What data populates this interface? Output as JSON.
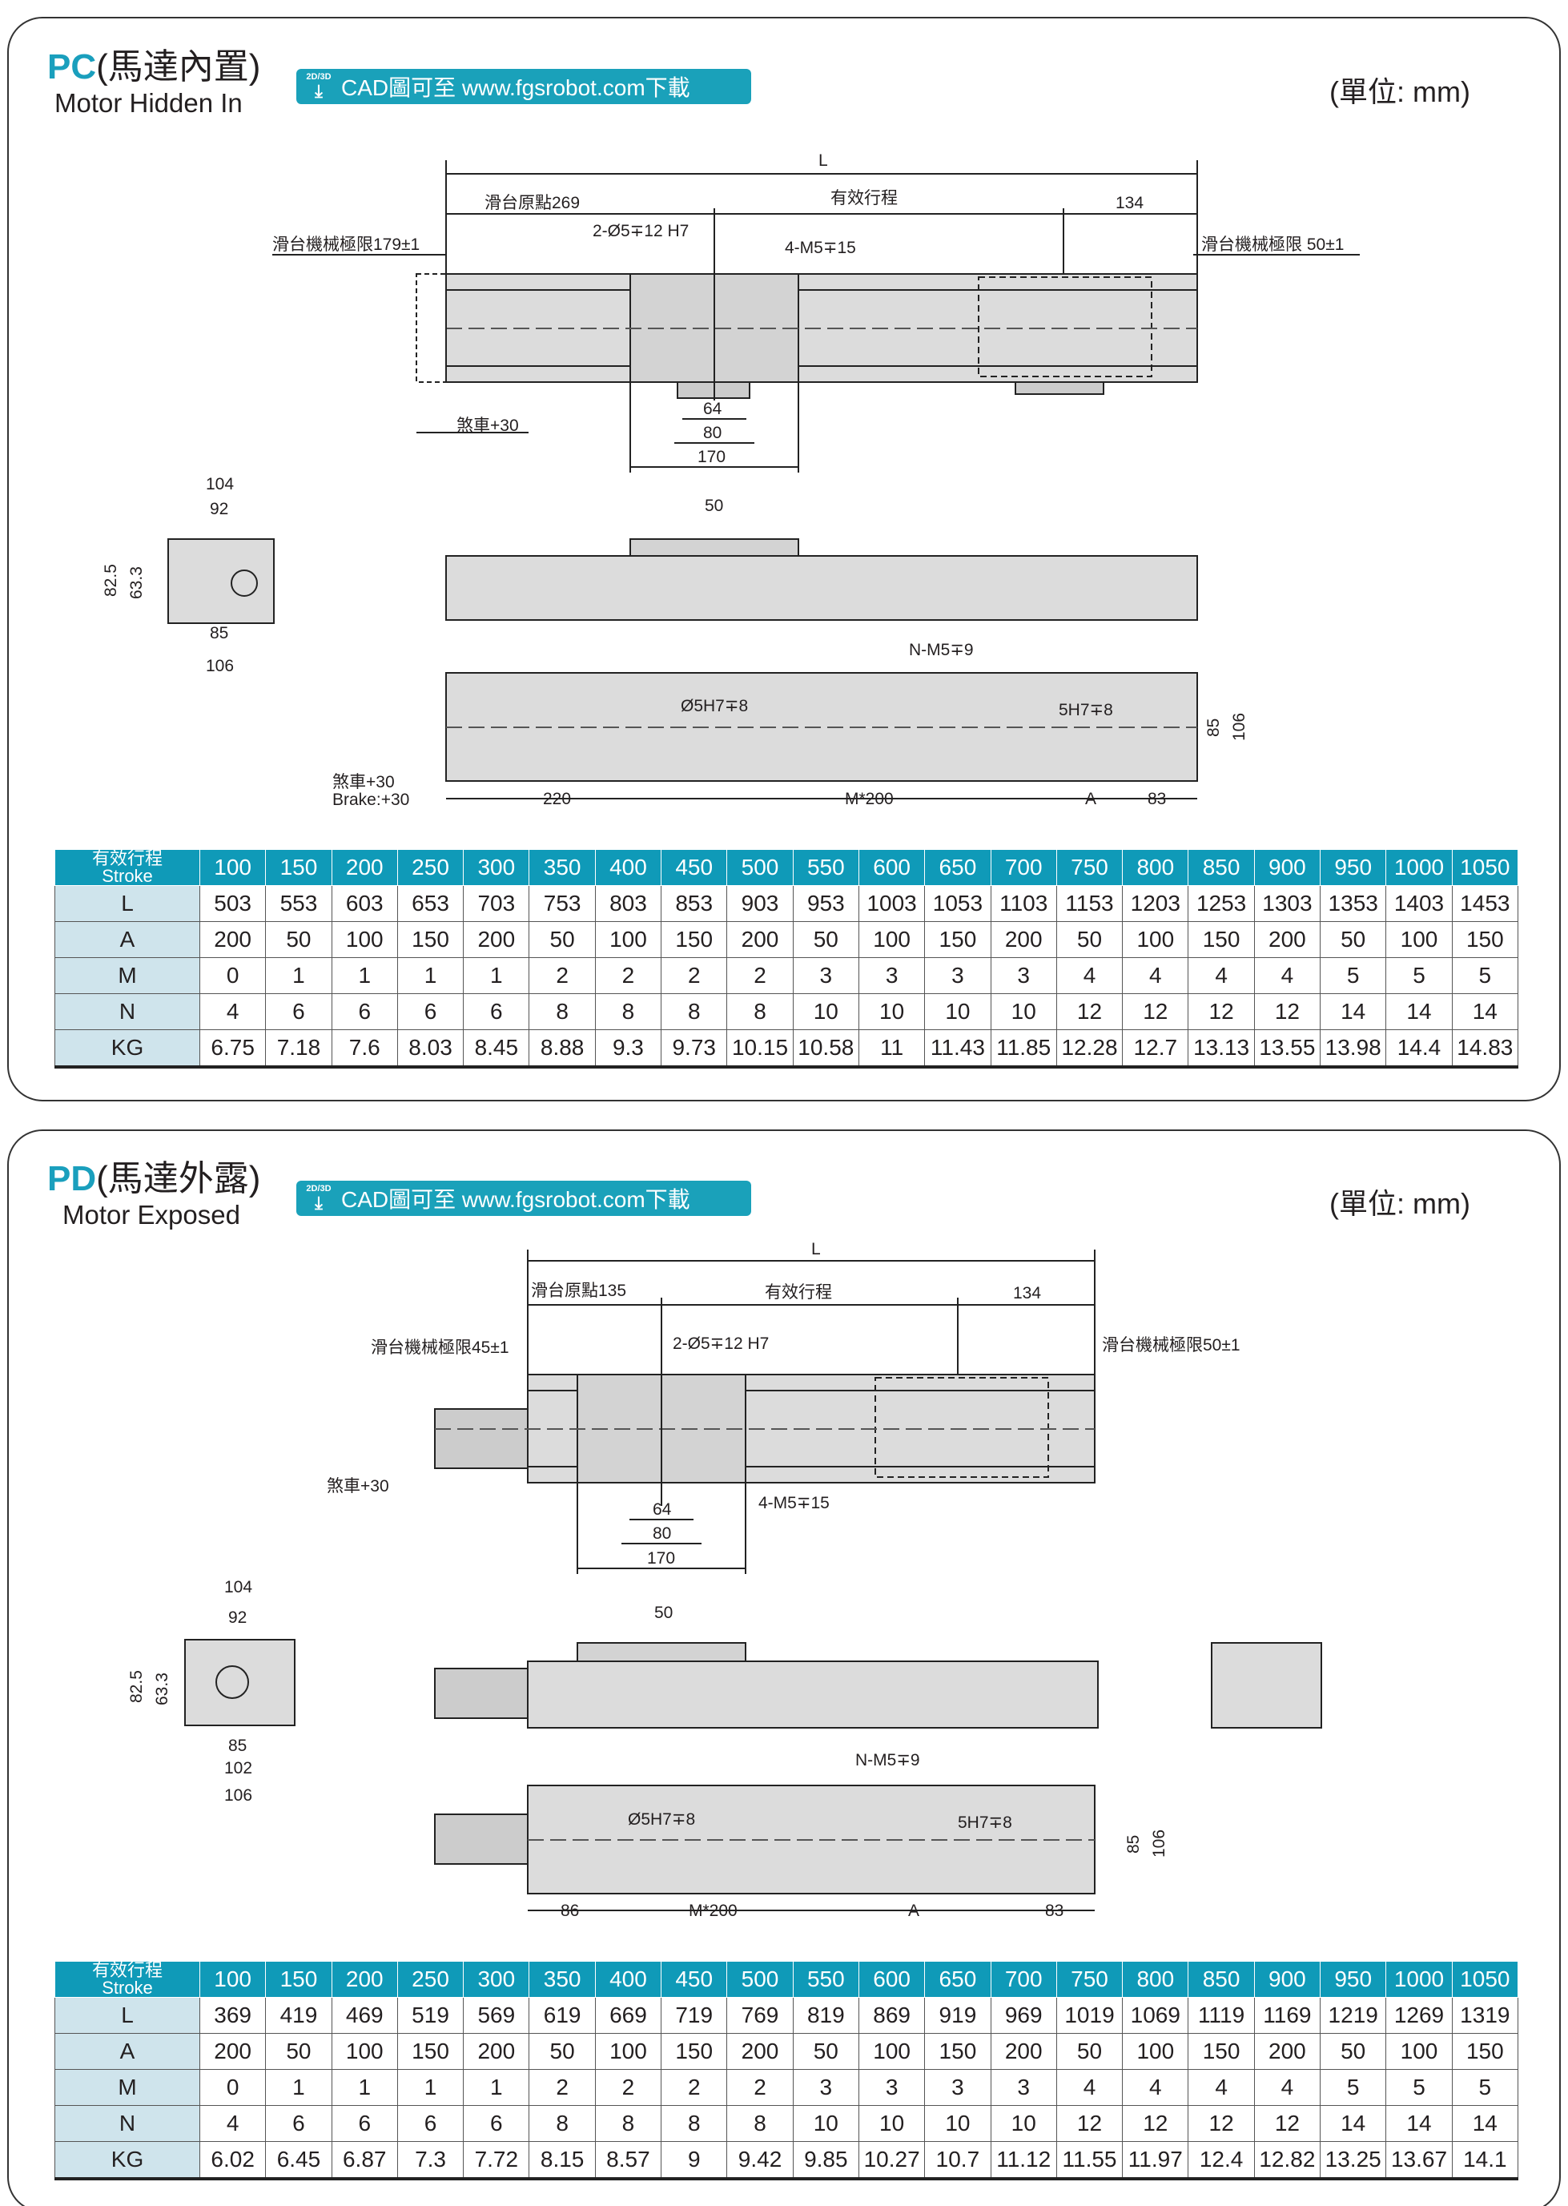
{
  "cad_badge": {
    "icon": "2D/3D",
    "text": "CAD圖可至 www.fgsrobot.com下載"
  },
  "unit_label": "(單位: mm)",
  "sections": [
    {
      "code": "PC",
      "title_cn": "(馬達內置)",
      "title_en": "Motor Hidden In",
      "labels": {
        "L": "L",
        "origin": "滑台原點269",
        "stroke": "有效行程",
        "d134": "134",
        "limit_left": "滑台機械極限179±1",
        "limit_right": "滑台機械極限 50±1",
        "pin": "2-Ø5∓12 H7",
        "tap": "4-M5∓15",
        "d64": "64",
        "d80": "80",
        "d170": "170",
        "brake": "煞車+30",
        "d104": "104",
        "d92": "92",
        "d825": "82.5",
        "d633": "63.3",
        "d85": "85",
        "d106": "106",
        "d50": "50",
        "nm5": "N-M5∓9",
        "ph1": "Ø5H7∓8",
        "ph2": "5H7∓8",
        "e85": "85",
        "e106": "106",
        "b220": "220",
        "bM": "M*200",
        "bA": "A",
        "b83": "83",
        "brake2": "煞車+30",
        "brake_en": "Brake:+30"
      },
      "table": {
        "header": [
          "有效行程",
          "Stroke"
        ],
        "strokes": [
          100,
          150,
          200,
          250,
          300,
          350,
          400,
          450,
          500,
          550,
          600,
          650,
          700,
          750,
          800,
          850,
          900,
          950,
          1000,
          1050
        ],
        "rows": [
          {
            "label": "L",
            "values": [
              503,
              553,
              603,
              653,
              703,
              753,
              803,
              853,
              903,
              953,
              1003,
              1053,
              1103,
              1153,
              1203,
              1253,
              1303,
              1353,
              1403,
              1453
            ]
          },
          {
            "label": "A",
            "values": [
              200,
              50,
              100,
              150,
              200,
              50,
              100,
              150,
              200,
              50,
              100,
              150,
              200,
              50,
              100,
              150,
              200,
              50,
              100,
              150
            ]
          },
          {
            "label": "M",
            "values": [
              0,
              1,
              1,
              1,
              1,
              2,
              2,
              2,
              2,
              3,
              3,
              3,
              3,
              4,
              4,
              4,
              4,
              5,
              5,
              5
            ]
          },
          {
            "label": "N",
            "values": [
              4,
              6,
              6,
              6,
              6,
              8,
              8,
              8,
              8,
              10,
              10,
              10,
              10,
              12,
              12,
              12,
              12,
              14,
              14,
              14
            ]
          },
          {
            "label": "KG",
            "values": [
              "6.75",
              "7.18",
              "7.6",
              "8.03",
              "8.45",
              "8.88",
              "9.3",
              "9.73",
              "10.15",
              "10.58",
              "11",
              "11.43",
              "11.85",
              "12.28",
              "12.7",
              "13.13",
              "13.55",
              "13.98",
              "14.4",
              "14.83"
            ]
          }
        ]
      }
    },
    {
      "code": "PD",
      "title_cn": "(馬達外露)",
      "title_en": "Motor Exposed",
      "labels": {
        "L": "L",
        "origin": "滑台原點135",
        "stroke": "有效行程",
        "d134": "134",
        "limit_left": "滑台機械極限45±1",
        "limit_right": "滑台機械極限50±1",
        "pin": "2-Ø5∓12 H7",
        "tap": "4-M5∓15",
        "d64": "64",
        "d80": "80",
        "d170": "170",
        "brake": "煞車+30",
        "d104": "104",
        "d92": "92",
        "d825": "82.5",
        "d633": "63.3",
        "d85": "85",
        "d102": "102",
        "d106": "106",
        "d50": "50",
        "nm5": "N-M5∓9",
        "ph1": "Ø5H7∓8",
        "ph2": "5H7∓8",
        "e85": "85",
        "e106": "106",
        "b86": "86",
        "bM": "M*200",
        "bA": "A",
        "b83": "83"
      },
      "table": {
        "header": [
          "有效行程",
          "Stroke"
        ],
        "strokes": [
          100,
          150,
          200,
          250,
          300,
          350,
          400,
          450,
          500,
          550,
          600,
          650,
          700,
          750,
          800,
          850,
          900,
          950,
          1000,
          1050
        ],
        "rows": [
          {
            "label": "L",
            "values": [
              369,
              419,
              469,
              519,
              569,
              619,
              669,
              719,
              769,
              819,
              869,
              919,
              969,
              1019,
              1069,
              1119,
              1169,
              1219,
              1269,
              1319
            ]
          },
          {
            "label": "A",
            "values": [
              200,
              50,
              100,
              150,
              200,
              50,
              100,
              150,
              200,
              50,
              100,
              150,
              200,
              50,
              100,
              150,
              200,
              50,
              100,
              150
            ]
          },
          {
            "label": "M",
            "values": [
              0,
              1,
              1,
              1,
              1,
              2,
              2,
              2,
              2,
              3,
              3,
              3,
              3,
              4,
              4,
              4,
              4,
              5,
              5,
              5
            ]
          },
          {
            "label": "N",
            "values": [
              4,
              6,
              6,
              6,
              6,
              8,
              8,
              8,
              8,
              10,
              10,
              10,
              10,
              12,
              12,
              12,
              12,
              14,
              14,
              14
            ]
          },
          {
            "label": "KG",
            "values": [
              "6.02",
              "6.45",
              "6.87",
              "7.3",
              "7.72",
              "8.15",
              "8.57",
              "9",
              "9.42",
              "9.85",
              "10.27",
              "10.7",
              "11.12",
              "11.55",
              "11.97",
              "12.4",
              "12.82",
              "13.25",
              "13.67",
              "14.1"
            ]
          }
        ]
      }
    }
  ]
}
